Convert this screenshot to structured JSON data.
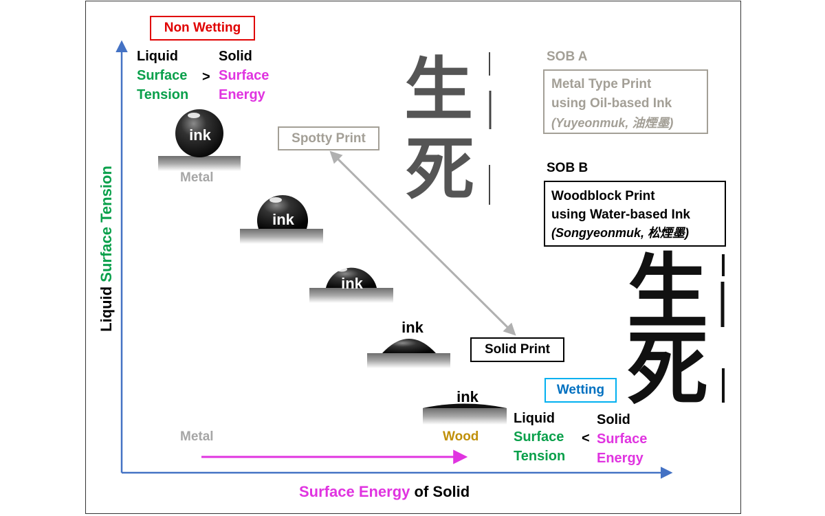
{
  "y_axis": {
    "part1": "Liquid",
    "part2": "Surface Tension"
  },
  "x_axis": {
    "part1": "Surface Energy",
    "part2": "of Solid"
  },
  "non_wetting": {
    "title": "Non Wetting",
    "liquid": "Liquid",
    "liquid_line1": "Surface",
    "liquid_line2": "Tension",
    "operator": ">",
    "solid": "Solid",
    "solid_line1": "Surface",
    "solid_line2": "Energy"
  },
  "wetting": {
    "title": "Wetting",
    "liquid": "Liquid",
    "liquid_line1": "Surface",
    "liquid_line2": "Tension",
    "operator": "<",
    "solid": "Solid",
    "solid_line1": "Surface",
    "solid_line2": "Energy"
  },
  "droplets": [
    {
      "label": "ink"
    },
    {
      "label": "ink"
    },
    {
      "label": "ink"
    },
    {
      "label": "ink"
    },
    {
      "label": "ink"
    }
  ],
  "metal_label_top": "Metal",
  "metal_label_bottom": "Metal",
  "wood_label": "Wood",
  "spotty_print": "Spotty Print",
  "solid_print": "Solid Print",
  "sob_a": {
    "title": "SOB A",
    "line1": "Metal Type Print",
    "line2": "using Oil-based Ink",
    "line3": "(Yuyeonmuk, 油煙墨)"
  },
  "sob_b": {
    "title": "SOB B",
    "line1": "Woodblock Print",
    "line2": "using Water-based Ink",
    "line3": "(Songyeonmuk, 松煙墨)"
  },
  "calligraphy": {
    "char1": "生",
    "char2": "死"
  },
  "colors": {
    "axis": "#4472c4",
    "green": "#0aa04b",
    "magenta": "#e034e0",
    "red": "#e00000",
    "blue": "#0070c0",
    "gray_label": "#a6a6a6",
    "sob_a": "#a39f96",
    "wood": "#c0900a",
    "arrow": "#b0b0b0"
  }
}
